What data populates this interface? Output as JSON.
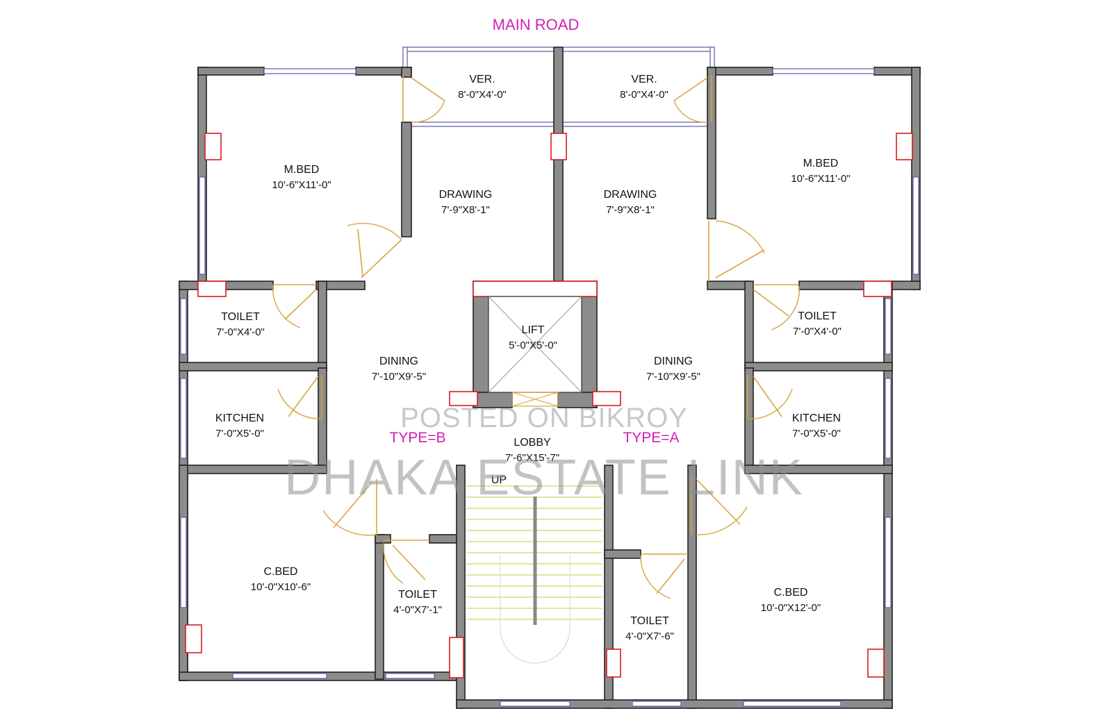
{
  "title": "MAIN ROAD",
  "watermark": {
    "line1": "POSTED ON BIKROY",
    "line2": "DHAKA ESTATE LINK"
  },
  "unit_types": {
    "left": "TYPE=B",
    "right": "TYPE=A"
  },
  "stair_label": "UP",
  "colors": {
    "accent": "#d21fb4",
    "wall": "#8c8c8c",
    "column": "#d81b1b",
    "door": "#d9a441",
    "window": "#5a5aa8"
  },
  "rooms": {
    "ver_left": {
      "name": "VER.",
      "size": "8'-0\"X4'-0\""
    },
    "ver_right": {
      "name": "VER.",
      "size": "8'-0\"X4'-0\""
    },
    "mbed_left": {
      "name": "M.BED",
      "size": "10'-6\"X11'-0\""
    },
    "mbed_right": {
      "name": "M.BED",
      "size": "10'-6\"X11'-0\""
    },
    "drawing_left": {
      "name": "DRAWING",
      "size": "7'-9\"X8'-1\""
    },
    "drawing_right": {
      "name": "DRAWING",
      "size": "7'-9\"X8'-1\""
    },
    "toilet_tl": {
      "name": "TOILET",
      "size": "7'-0\"X4'-0\""
    },
    "toilet_tr": {
      "name": "TOILET",
      "size": "7'-0\"X4'-0\""
    },
    "lift": {
      "name": "LIFT",
      "size": "5'-0\"X5'-0\""
    },
    "dining_left": {
      "name": "DINING",
      "size": "7'-10\"X9'-5\""
    },
    "dining_right": {
      "name": "DINING",
      "size": "7'-10\"X9'-5\""
    },
    "kitchen_left": {
      "name": "KITCHEN",
      "size": "7'-0\"X5'-0\""
    },
    "kitchen_right": {
      "name": "KITCHEN",
      "size": "7'-0\"X5'-0\""
    },
    "lobby": {
      "name": "LOBBY",
      "size": "7'-6\"X15'-7\""
    },
    "cbed_left": {
      "name": "C.BED",
      "size": "10'-0\"X10'-6\""
    },
    "cbed_right": {
      "name": "C.BED",
      "size": "10'-0\"X12'-0\""
    },
    "toilet_bl": {
      "name": "TOILET",
      "size": "4'-0\"X7'-1\""
    },
    "toilet_br": {
      "name": "TOILET",
      "size": "4'-0\"X7'-6\""
    }
  }
}
